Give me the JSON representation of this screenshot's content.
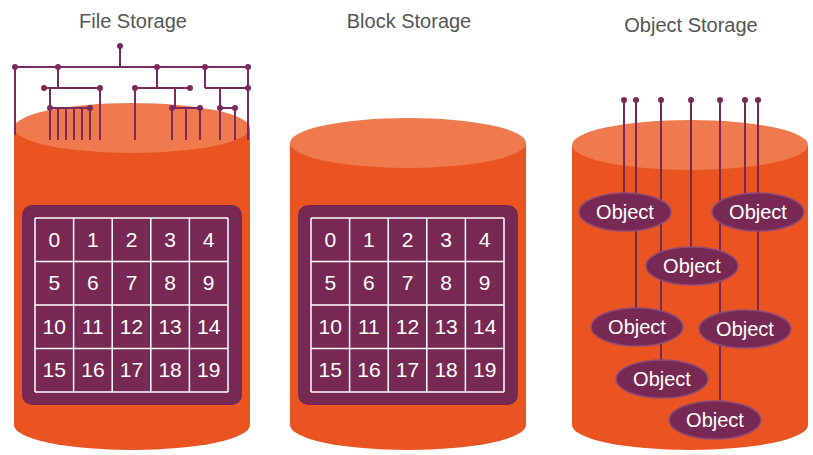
{
  "diagram": {
    "nodes": [
      {
        "text": [
          "File Storage"
        ]
      },
      {
        "text": [
          "Block Storage"
        ]
      },
      {
        "text": [
          "Object Storage"
        ]
      },
      {
        "text": [
          "Object"
        ],
        "in": 2
      },
      {
        "text": [
          "Object"
        ],
        "in": 2
      },
      {
        "text": [
          "Object"
        ],
        "in": 2
      },
      {
        "text": [
          "Object"
        ],
        "in": 2
      },
      {
        "text": [
          "Object"
        ],
        "in": 2
      },
      {
        "text": [
          "Object"
        ],
        "in": 2
      },
      {
        "text": [
          "Object"
        ],
        "in": 2
      }
    ],
    "labels": [
      "0",
      "1",
      "2",
      "3",
      "4",
      "5",
      "6",
      "7",
      "8",
      "9",
      "10",
      "11",
      "12",
      "13",
      "14",
      "15",
      "16",
      "17",
      "18",
      "19",
      "0",
      "1",
      "2",
      "3",
      "4",
      "5",
      "6",
      "7",
      "8",
      "9",
      "10",
      "11",
      "12",
      "13",
      "14",
      "15",
      "16",
      "17",
      "18",
      "19"
    ]
  }
}
